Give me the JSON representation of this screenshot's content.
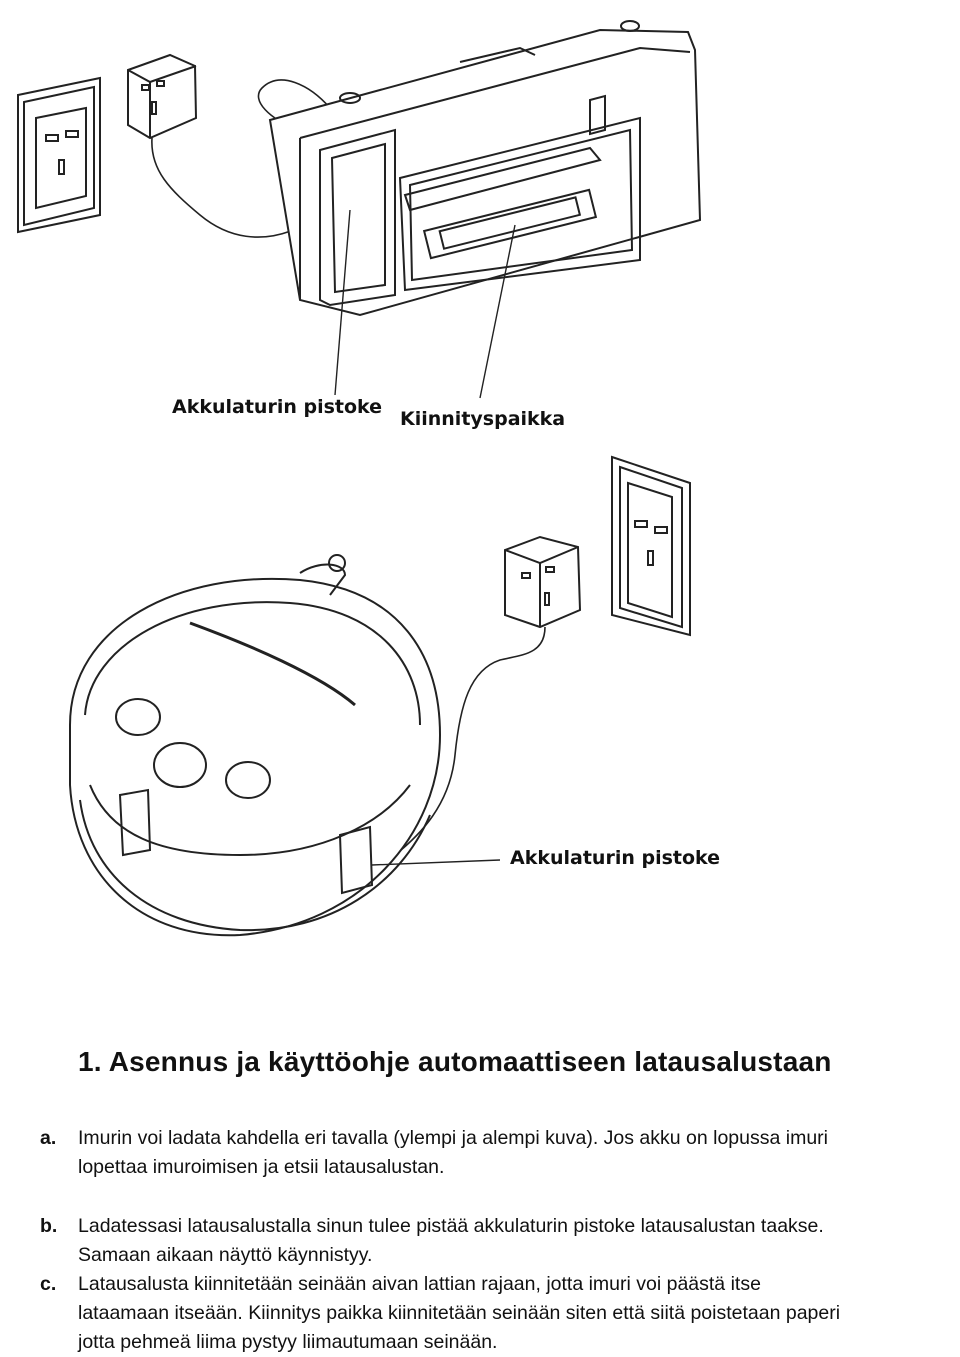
{
  "figure_top": {
    "label_plug": "Akkulaturin pistoke",
    "label_mount": "Kiinnityspaikka"
  },
  "figure_bottom": {
    "label_plug": "Akkulaturin pistoke"
  },
  "section": {
    "title": "1. Asennus ja käyttöohje automaattiseen latausalustaan",
    "items": [
      {
        "marker": "a.",
        "lines": [
          "Imurin voi ladata kahdella eri tavalla (ylempi ja alempi kuva). Jos akku on lopussa imuri",
          "lopettaa imuroimisen ja etsii latausalustan."
        ]
      },
      {
        "marker": "b.",
        "lines": [
          "Ladatessasi latausalustalla sinun tulee pistää akkulaturin pistoke latausalustan taakse.",
          "Samaan aikaan näyttö käynnistyy."
        ]
      },
      {
        "marker": "c.",
        "lines": [
          "Latausalusta kiinnitetään seinään aivan lattian rajaan, jotta imuri voi päästä itse",
          "lataamaan itseään. Kiinnitys paikka kiinnitetään seinään siten että siitä poistetaan paperi",
          "jotta pehmeä liima pystyy liimautumaan seinään."
        ]
      }
    ]
  }
}
